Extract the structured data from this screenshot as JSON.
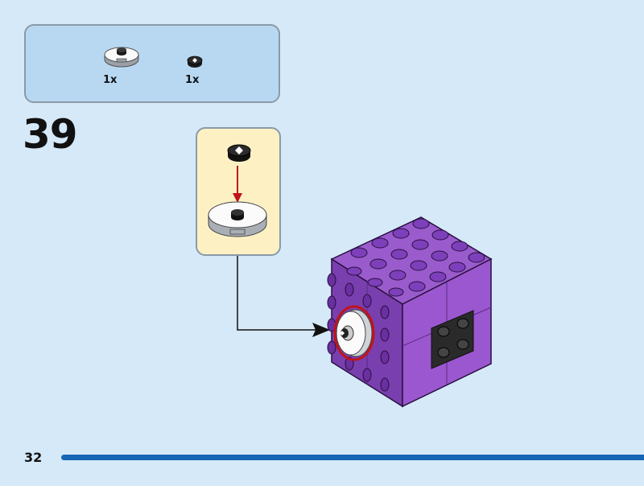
{
  "step": {
    "number": "39"
  },
  "parts_list": [
    {
      "icon": "round-tile-2x2-white-icon",
      "quantity": "1x"
    },
    {
      "icon": "round-tile-1x1-black-icon",
      "quantity": "1x"
    }
  ],
  "page": {
    "number": "32"
  },
  "colors": {
    "background": "#d5e9f9",
    "parts_box": "#b8d8f2",
    "callout": "#fdf1c4",
    "brick": "#8e4fc2",
    "highlight": "#c0141a",
    "footer_bar": "#1566b4"
  }
}
